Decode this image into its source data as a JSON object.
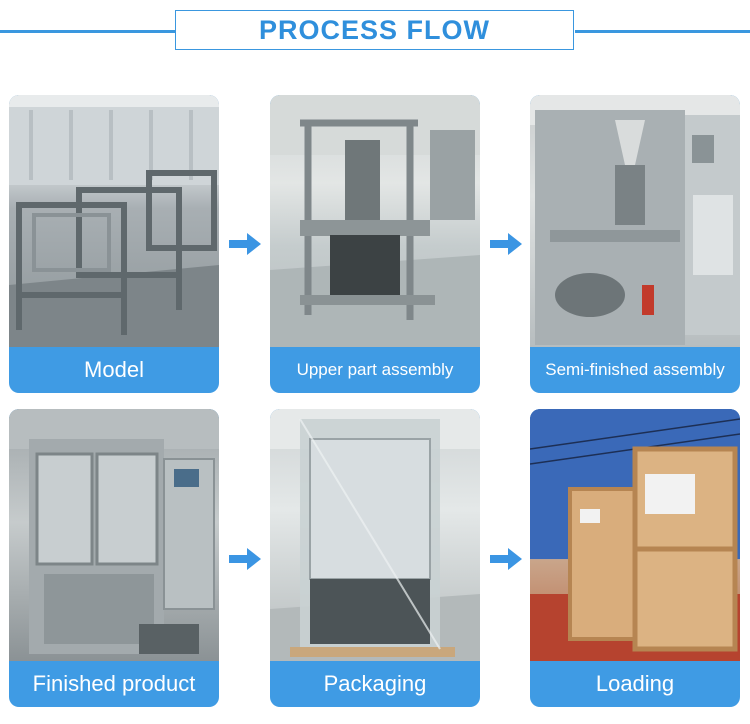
{
  "header": {
    "title": "PROCESS FLOW"
  },
  "colors": {
    "accent": "#3f9be4",
    "title": "#2f8fdc",
    "arrow": "#3b95e3"
  },
  "steps": [
    {
      "caption": "Model"
    },
    {
      "caption": "Upper part assembly"
    },
    {
      "caption": "Semi-finished assembly"
    },
    {
      "caption": "Finished product"
    },
    {
      "caption": "Packaging"
    },
    {
      "caption": "Loading"
    }
  ],
  "icons": {
    "arrow": "right-arrow-icon"
  }
}
